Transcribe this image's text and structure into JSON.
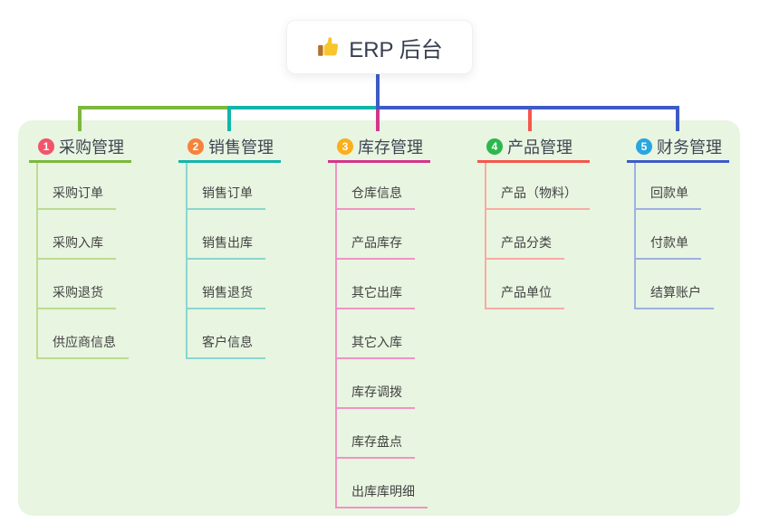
{
  "root": {
    "label": "ERP 后台",
    "icon": "thumbs-up-icon",
    "icon_color": "#f8c62c",
    "node_background": "#ffffff"
  },
  "panel_background": "#e8f5e1",
  "branches": [
    {
      "badge": "1",
      "label": "采购管理",
      "badge_color": "#f1556c",
      "line_color": "#7db83d",
      "light_color": "#bcdb90",
      "children": [
        "采购订单",
        "采购入库",
        "采购退货",
        "供应商信息"
      ]
    },
    {
      "badge": "2",
      "label": "销售管理",
      "badge_color": "#f6833c",
      "line_color": "#13b5ab",
      "light_color": "#8ad6cf",
      "children": [
        "销售订单",
        "销售出库",
        "销售退货",
        "客户信息"
      ]
    },
    {
      "badge": "3",
      "label": "库存管理",
      "badge_color": "#fbaf1c",
      "line_color": "#d3368b",
      "light_color": "#f193c4",
      "children": [
        "仓库信息",
        "产品库存",
        "其它出库",
        "其它入库",
        "库存调拨",
        "库存盘点",
        "出库库明细"
      ]
    },
    {
      "badge": "4",
      "label": "产品管理",
      "badge_color": "#2db84d",
      "line_color": "#f4574d",
      "light_color": "#f9aba4",
      "children": [
        "产品（物料）",
        "产品分类",
        "产品单位"
      ]
    },
    {
      "badge": "5",
      "label": "财务管理",
      "badge_color": "#29a6df",
      "line_color": "#3d5bc7",
      "light_color": "#9fafe3",
      "children": [
        "回款单",
        "付款单",
        "结算账户"
      ]
    }
  ]
}
